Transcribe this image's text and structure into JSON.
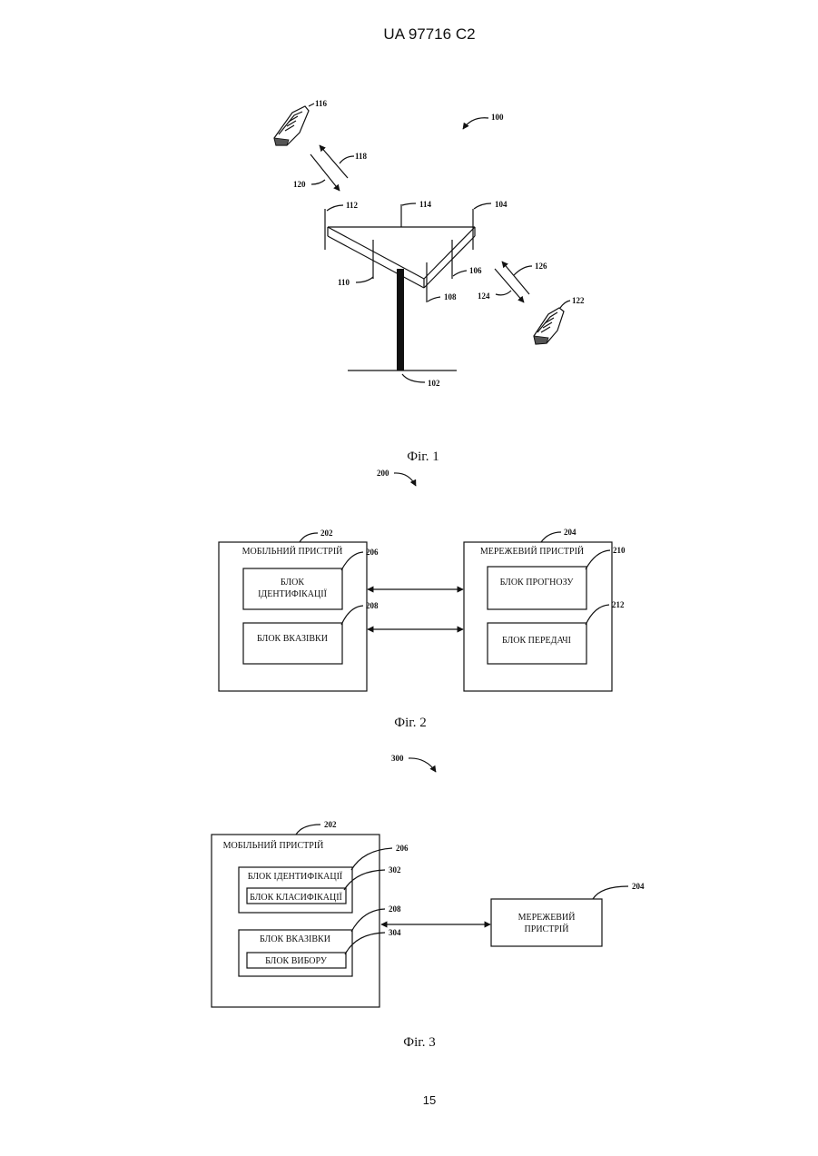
{
  "header": {
    "doc_number": "UA   97716   C2"
  },
  "footer": {
    "page_number": "15"
  },
  "fig1": {
    "caption": "Фіг. 1",
    "refs": {
      "r100": "100",
      "r116": "116",
      "r118": "118",
      "r120": "120",
      "r112": "112",
      "r114": "114",
      "r104": "104",
      "r110": "110",
      "r106": "106",
      "r108": "108",
      "r126": "126",
      "r124": "124",
      "r122": "122",
      "r102": "102"
    }
  },
  "fig2": {
    "caption": "Фіг. 2",
    "ref_figure": "200",
    "mobile": {
      "ref": "202",
      "title": "МОБІЛЬНИЙ ПРИСТРІЙ"
    },
    "id_block": {
      "ref": "206",
      "line1": "БЛОК",
      "line2": "ІДЕНТИФІКАЦІЇ"
    },
    "indication_block": {
      "ref": "208",
      "label": "БЛОК ВКАЗІВКИ"
    },
    "network": {
      "ref": "204",
      "title": "МЕРЕЖЕВИЙ ПРИСТРІЙ"
    },
    "forecast_block": {
      "ref": "210",
      "label": "БЛОК ПРОГНОЗУ"
    },
    "transmit_block": {
      "ref": "212",
      "label": "БЛОК ПЕРЕДАЧІ"
    }
  },
  "fig3": {
    "caption": "Фіг. 3",
    "ref_figure": "300",
    "mobile": {
      "ref": "202",
      "title": "МОБІЛЬНИЙ ПРИСТРІЙ"
    },
    "id_block": {
      "ref": "206",
      "label": "БЛОК ІДЕНТИФІКАЦІЇ"
    },
    "class_block": {
      "ref": "302",
      "label": "БЛОК КЛАСИФІКАЦІЇ"
    },
    "indication_block": {
      "ref": "208",
      "label": "БЛОК ВКАЗІВКИ"
    },
    "select_block": {
      "ref": "304",
      "label": "БЛОК ВИБОРУ"
    },
    "network": {
      "ref": "204",
      "line1": "МЕРЕЖЕВИЙ",
      "line2": "ПРИСТРІЙ"
    }
  }
}
